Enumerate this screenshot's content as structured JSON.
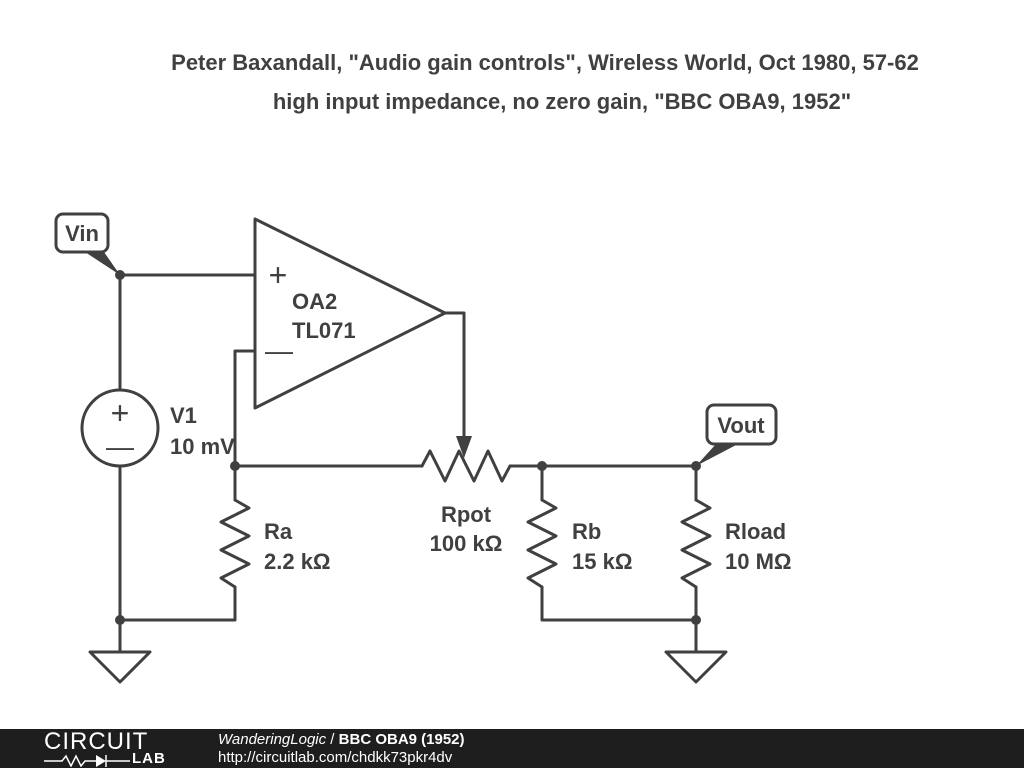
{
  "title": {
    "line1": "Peter Baxandall, \"Audio gain controls\", Wireless World, Oct 1980, 57-62",
    "line2": "high input impedance, no zero gain, \"BBC OBA9, 1952\""
  },
  "components": {
    "vin_tag": "Vin",
    "vout_tag": "Vout",
    "opamp": {
      "name": "OA2",
      "part": "TL071",
      "plus": "+",
      "minus": "—"
    },
    "source": {
      "name": "V1",
      "value": "10 mV",
      "plus": "+",
      "minus": "—"
    },
    "ra": {
      "name": "Ra",
      "value": "2.2 kΩ"
    },
    "rpot": {
      "name": "Rpot",
      "value": "100 kΩ"
    },
    "rb": {
      "name": "Rb",
      "value": "15 kΩ"
    },
    "rload": {
      "name": "Rload",
      "value": "10 MΩ"
    }
  },
  "footer": {
    "logo_top": "CIRCUIT",
    "logo_bottom": "LAB",
    "author": "WanderingLogic",
    "separator": " / ",
    "circuit_title": "BBC OBA9 (1952)",
    "url": "http://circuitlab.com/chdkk73pkr4dv"
  },
  "colors": {
    "ink": "#404040",
    "footer_bg": "#1e1e1e",
    "footer_text": "#ffffff"
  }
}
